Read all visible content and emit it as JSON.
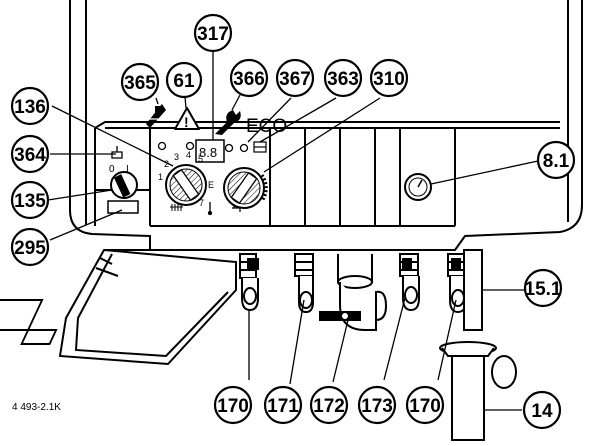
{
  "callouts": {
    "c317": "317",
    "c365": "365",
    "c61": "61",
    "c366": "366",
    "c367": "367",
    "c363": "363",
    "c310": "310",
    "c136": "136",
    "c364": "364",
    "c135": "135",
    "c295": "295",
    "c81": "8.1",
    "c151": "15.1",
    "c170a": "170",
    "c171": "171",
    "c172": "172",
    "c173": "173",
    "c170b": "170",
    "c14": "14"
  },
  "panel": {
    "eco_label": "ECO",
    "switch_off": "0",
    "switch_on": "I",
    "dial_left_scale": [
      "1",
      "2",
      "3",
      "4",
      "5",
      "E",
      "7"
    ],
    "warning_symbol": "!"
  },
  "reference": "4 493-2.1K",
  "icons": [
    "chimney-sweep-icon",
    "warning-triangle-icon",
    "wrench-icon",
    "burner-icon",
    "radiator-icon",
    "tap-icon",
    "thermometer-icon",
    "pressure-gauge-icon"
  ]
}
